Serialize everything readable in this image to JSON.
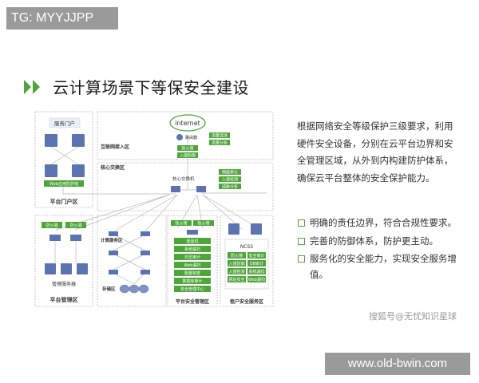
{
  "watermark_top": "TG: MYYJJPP",
  "title": "云计算场景下等保安全建设",
  "diagram": {
    "internet_label": "internet",
    "zone_service_portal": "服务门户",
    "web_firewall": "Web应用防护墙",
    "zone_platform_portal": "平台门户区",
    "zone_internet_access": "互联网接入区",
    "router_label": "路由器",
    "fw1": "防火墙",
    "ips1": "入侵防御",
    "flow_clean": "流量清洗",
    "flow_analysis": "流量分析",
    "zone_core_switch": "核心交换区",
    "core_switch": "核心交换机",
    "net_audit": "网络审计",
    "intrusion_detect": "入侵检测",
    "threat_analysis": "威胁分析",
    "zone_compute_service": "计算服务区",
    "zone_storage": "存储区",
    "mgmt_fw_a": "防火墙",
    "mgmt_fw_b": "防火墙",
    "mgmt_server": "管理服务器",
    "zone_platform_mgmt": "平台管理区",
    "sec_fw_a": "防火墙",
    "sec_fw_b": "防火墙",
    "sec_items": [
      "堡垒机",
      "系统漏扫",
      "日志审计",
      "Web漏扫",
      "配置核查",
      "数据库审计",
      "安全管理中心"
    ],
    "zone_platform_security": "平台安全管理区",
    "ncss": "NCSS",
    "tenant_items_left": [
      "防火墙",
      "入侵防御",
      "入侵检测",
      "网站安全"
    ],
    "tenant_items_right": [
      "安全审计",
      "DB审计",
      "系统漏扫",
      "Web漏扫"
    ],
    "zone_tenant": "租户安全服务区"
  },
  "intro_text": "根据网络安全等级保护三级要求，利用硬件安全设备，分别在云平台边界和安全管理区域，从外到内构建防护体系，确保云平台整体的安全保护能力。",
  "bullets": [
    "明确的责任边界，符合合规性要求。",
    "完善的防御体系，防护更主动。",
    "服务化的安全能力，实现安全服务增值。"
  ],
  "source": "搜狐号@无忧知识星球",
  "watermark_bottom": "www.old-bwin.com",
  "colors": {
    "accent_green": "#4ea63a",
    "device_blue": "#5b74b0",
    "line_gray": "#b9b9b9"
  }
}
